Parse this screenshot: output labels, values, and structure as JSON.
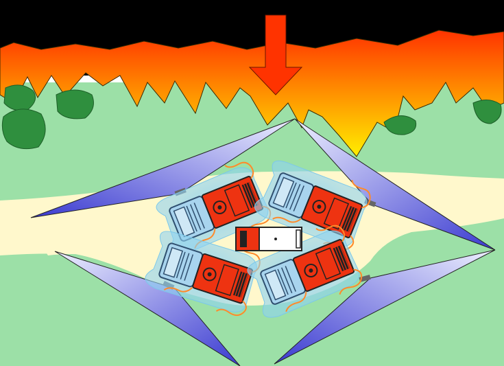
{
  "scene": {
    "fire_direction": "down",
    "colors": {
      "sky": "#000000",
      "fire_top": "#ff3300",
      "fire_mid": "#ff8800",
      "fire_bottom": "#ffee00",
      "grass": "#9ce0a7",
      "road": "#fff8cc",
      "bush": "#2f8f3e",
      "arrow": "#ff3300",
      "engine_body": "#ee3311",
      "engine_cab": "#a8d4ee",
      "hose": "#ff8a2a",
      "spray_light": "#eef0ff",
      "spray_dark": "#3a3ad0",
      "water_halo": "#8fd2f0",
      "command_vehicle_red": "#ee3311",
      "command_vehicle_white": "#ffffff"
    },
    "icons": [
      "fire-front",
      "downward-arrow",
      "fire-engine",
      "water-spray-cone",
      "command-vehicle",
      "bush"
    ]
  }
}
